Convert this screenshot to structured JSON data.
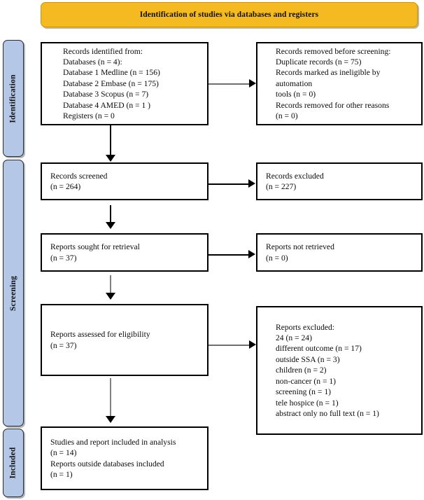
{
  "banner": {
    "title": "Identification of studies via databases and registers",
    "color": "#F5B921"
  },
  "stages": {
    "identification": "Identification",
    "screening": "Screening",
    "included": "Included",
    "color": "#B4C7E7"
  },
  "boxes": {
    "identified": {
      "name": "Records identified from",
      "lines": [
        "Records identified from:",
        "Databases (n = 4):",
        "Database 1 Medline (n = 156)",
        "Database 2 Embase (n = 175)",
        "Database 3 Scopus (n = 7)",
        "Database 4 AMED (n = 1 )",
        "Registers (n = 0"
      ]
    },
    "removed": {
      "name": "Records removed before screening",
      "lines": [
        "Records removed before screening:",
        "Duplicate records (n = 75)",
        "Records marked as ineligible by",
        "automation",
        "tools (n = 0)",
        "Records removed for other reasons",
        "(n = 0)"
      ]
    },
    "screened": {
      "name": "Records screened",
      "lines": [
        "Records screened",
        "(n = 264)"
      ]
    },
    "excluded_227": {
      "name": "Records excluded",
      "lines": [
        "Records excluded",
        "(n = 227)"
      ]
    },
    "sought": {
      "name": "Reports sought for retrieval",
      "lines": [
        "Reports sought for retrieval",
        "(n = 37)"
      ]
    },
    "not_retrieved": {
      "name": "Reports not retrieved",
      "lines": [
        "Reports not retrieved",
        "(n = 0)"
      ]
    },
    "assessed": {
      "name": "Reports assessed for eligibility",
      "lines": [
        "Reports assessed for eligibility",
        "(n = 37)"
      ]
    },
    "reports_excluded": {
      "name": "Reports excluded",
      "lines": [
        "Reports excluded:",
        "24 (n = 24)",
        "different outcome (n = 17)",
        "outside SSA (n = 3)",
        "children (n = 2)",
        "non-cancer (n = 1)",
        "screening (n = 1)",
        "tele hospice (n = 1)",
        "abstract only no full text (n = 1)"
      ]
    },
    "included": {
      "name": "Studies and report included in analysis",
      "lines": [
        "Studies and report included in analysis",
        "(n = 14)",
        "Reports outside databases included",
        "(n = 1)"
      ]
    }
  }
}
